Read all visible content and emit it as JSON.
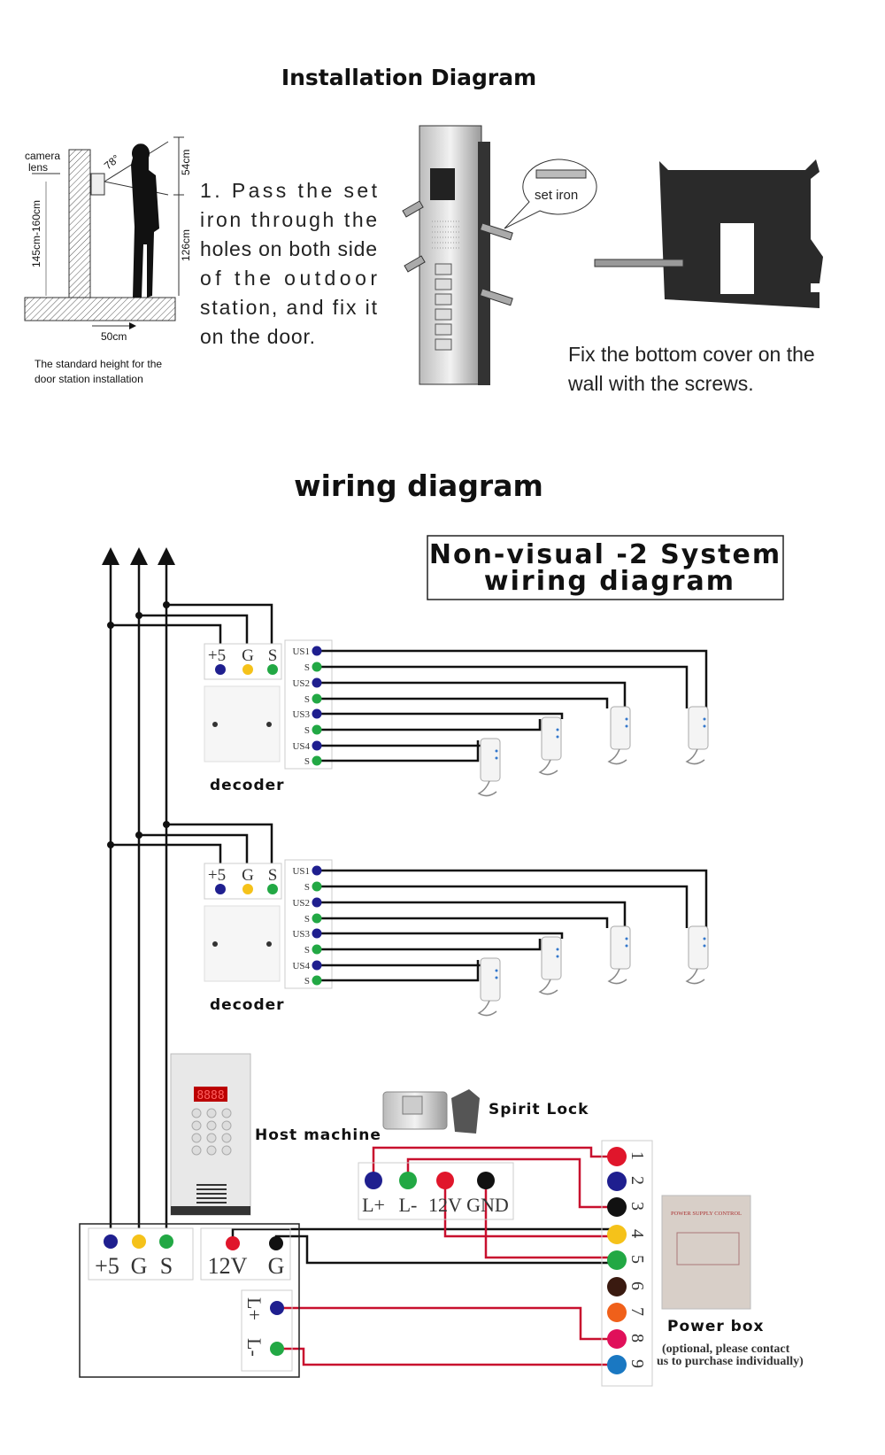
{
  "installation": {
    "title": "Installation Diagram",
    "height_figure": {
      "camera_lens": [
        "camera",
        "lens"
      ],
      "range": "145cm-160cm",
      "angle": "78°",
      "top_height": "54cm",
      "lower_height": "126cm",
      "distance": "50cm",
      "caption": [
        "The standard height for the",
        "door station installation"
      ]
    },
    "step1_lines": [
      "1. Pass  the  set",
      "iron  through  the",
      "holes on both side",
      "of  the  outdoor",
      "station,  and  fix  it",
      "on the door."
    ],
    "set_iron_label": "set iron",
    "bottom_cover_lines": [
      "Fix the bottom cover on the",
      "wall with the screws."
    ]
  },
  "wiring": {
    "title": "wiring diagram",
    "system_box": [
      "Non-visual -2 System",
      "wiring diagram"
    ],
    "decoder": {
      "label": "decoder",
      "input_terminals": [
        "+5",
        "G",
        "S"
      ],
      "output_terminals": [
        "US1",
        "S",
        "US2",
        "S",
        "US3",
        "S",
        "US4",
        "S"
      ]
    },
    "host_machine": {
      "label": "Host machine",
      "display": "8888"
    },
    "spirit_lock": "Spirit Lock",
    "lock_terminals": [
      "L+",
      "L-",
      "12V",
      "GND"
    ],
    "host_terminals_bus": [
      "+5",
      "G",
      "S"
    ],
    "host_terminals_power": [
      "12V",
      "G"
    ],
    "host_terminals_lock": [
      "L+",
      "L-"
    ],
    "power_terminals": [
      "1",
      "2",
      "3",
      "4",
      "5",
      "6",
      "7",
      "8",
      "9"
    ],
    "power_terminal_colors": [
      "#e0162b",
      "#1f1f8f",
      "#111111",
      "#f5c21a",
      "#22a844",
      "#3a1a10",
      "#f0601a",
      "#e0105a",
      "#1a78c2"
    ],
    "power_box": {
      "panel_text": "POWER SUPPLY CONTROL",
      "label": "Power box",
      "note": [
        "(optional, please contact",
        "us to purchase individually)"
      ]
    },
    "colors": {
      "blue": "#1f1f8f",
      "yellow": "#f5c21a",
      "green": "#22a844",
      "red": "#e0162b",
      "black": "#111111",
      "wire_red": "#c8102e"
    }
  }
}
